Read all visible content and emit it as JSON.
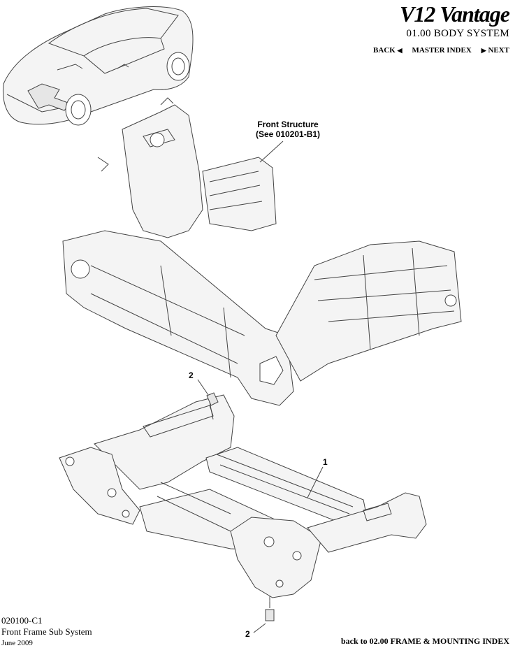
{
  "header": {
    "brand": "V12 Vantage",
    "system_title": "01.00 BODY SYSTEM",
    "nav": {
      "back": "BACK",
      "master_index": "MASTER INDEX",
      "next": "NEXT"
    }
  },
  "callouts": {
    "front_structure_line1": "Front Structure",
    "front_structure_line2": "(See 010201-B1)",
    "item_1": "1",
    "item_2_top": "2",
    "item_2_bottom": "2"
  },
  "footer": {
    "code": "020100-C1",
    "name": "Front Frame Sub System",
    "date": "June 2009",
    "back_link": "back to 02.00 FRAME & MOUNTING INDEX"
  }
}
